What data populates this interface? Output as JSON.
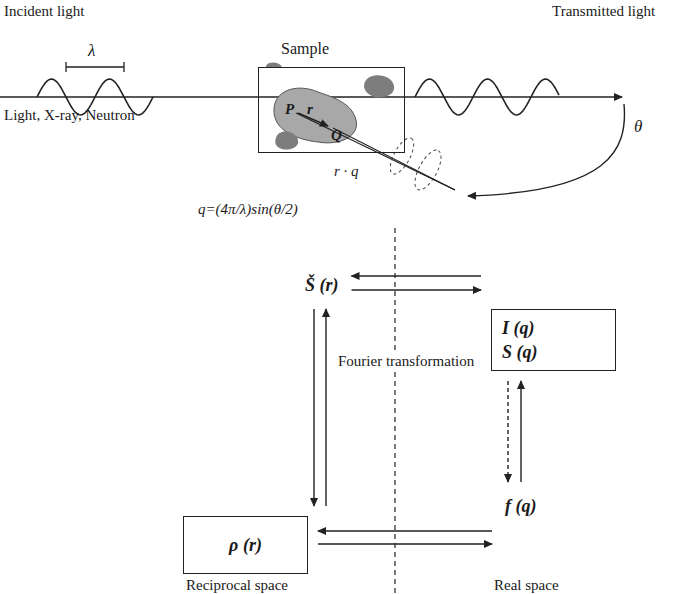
{
  "diagram": {
    "nodes": [
      {
        "text": [
          "Sample"
        ]
      },
      {
        "text": [
          "I (q)",
          "S (q)"
        ]
      },
      {
        "text": [
          "Š (r)"
        ]
      },
      {
        "text": [
          "ρ (r)"
        ]
      },
      {
        "text": [
          "f (q)"
        ]
      }
    ],
    "edges": [
      {
        "from": 1,
        "to": 2,
        "arrow": "to"
      },
      {
        "from": 2,
        "to": 1,
        "arrow": "to"
      },
      {
        "from": 2,
        "to": 3,
        "arrow": "to"
      },
      {
        "from": 3,
        "to": 2,
        "arrow": "to"
      },
      {
        "from": 4,
        "to": 3,
        "arrow": "to"
      },
      {
        "from": 3,
        "to": 4,
        "arrow": "to"
      },
      {
        "from": 1,
        "to": 4,
        "arrow": "to"
      },
      {
        "from": 4,
        "to": 1,
        "arrow": "to"
      }
    ],
    "labels": [
      "Incident light",
      "Transmitted light",
      "λ",
      "Light, X-ray, Neutron",
      "P",
      "r",
      "Q",
      "r · q",
      "θ",
      "q=(4π/λ)sin(θ/2)",
      "Fourier transformation",
      "Reciprocal space",
      "Real space"
    ]
  }
}
